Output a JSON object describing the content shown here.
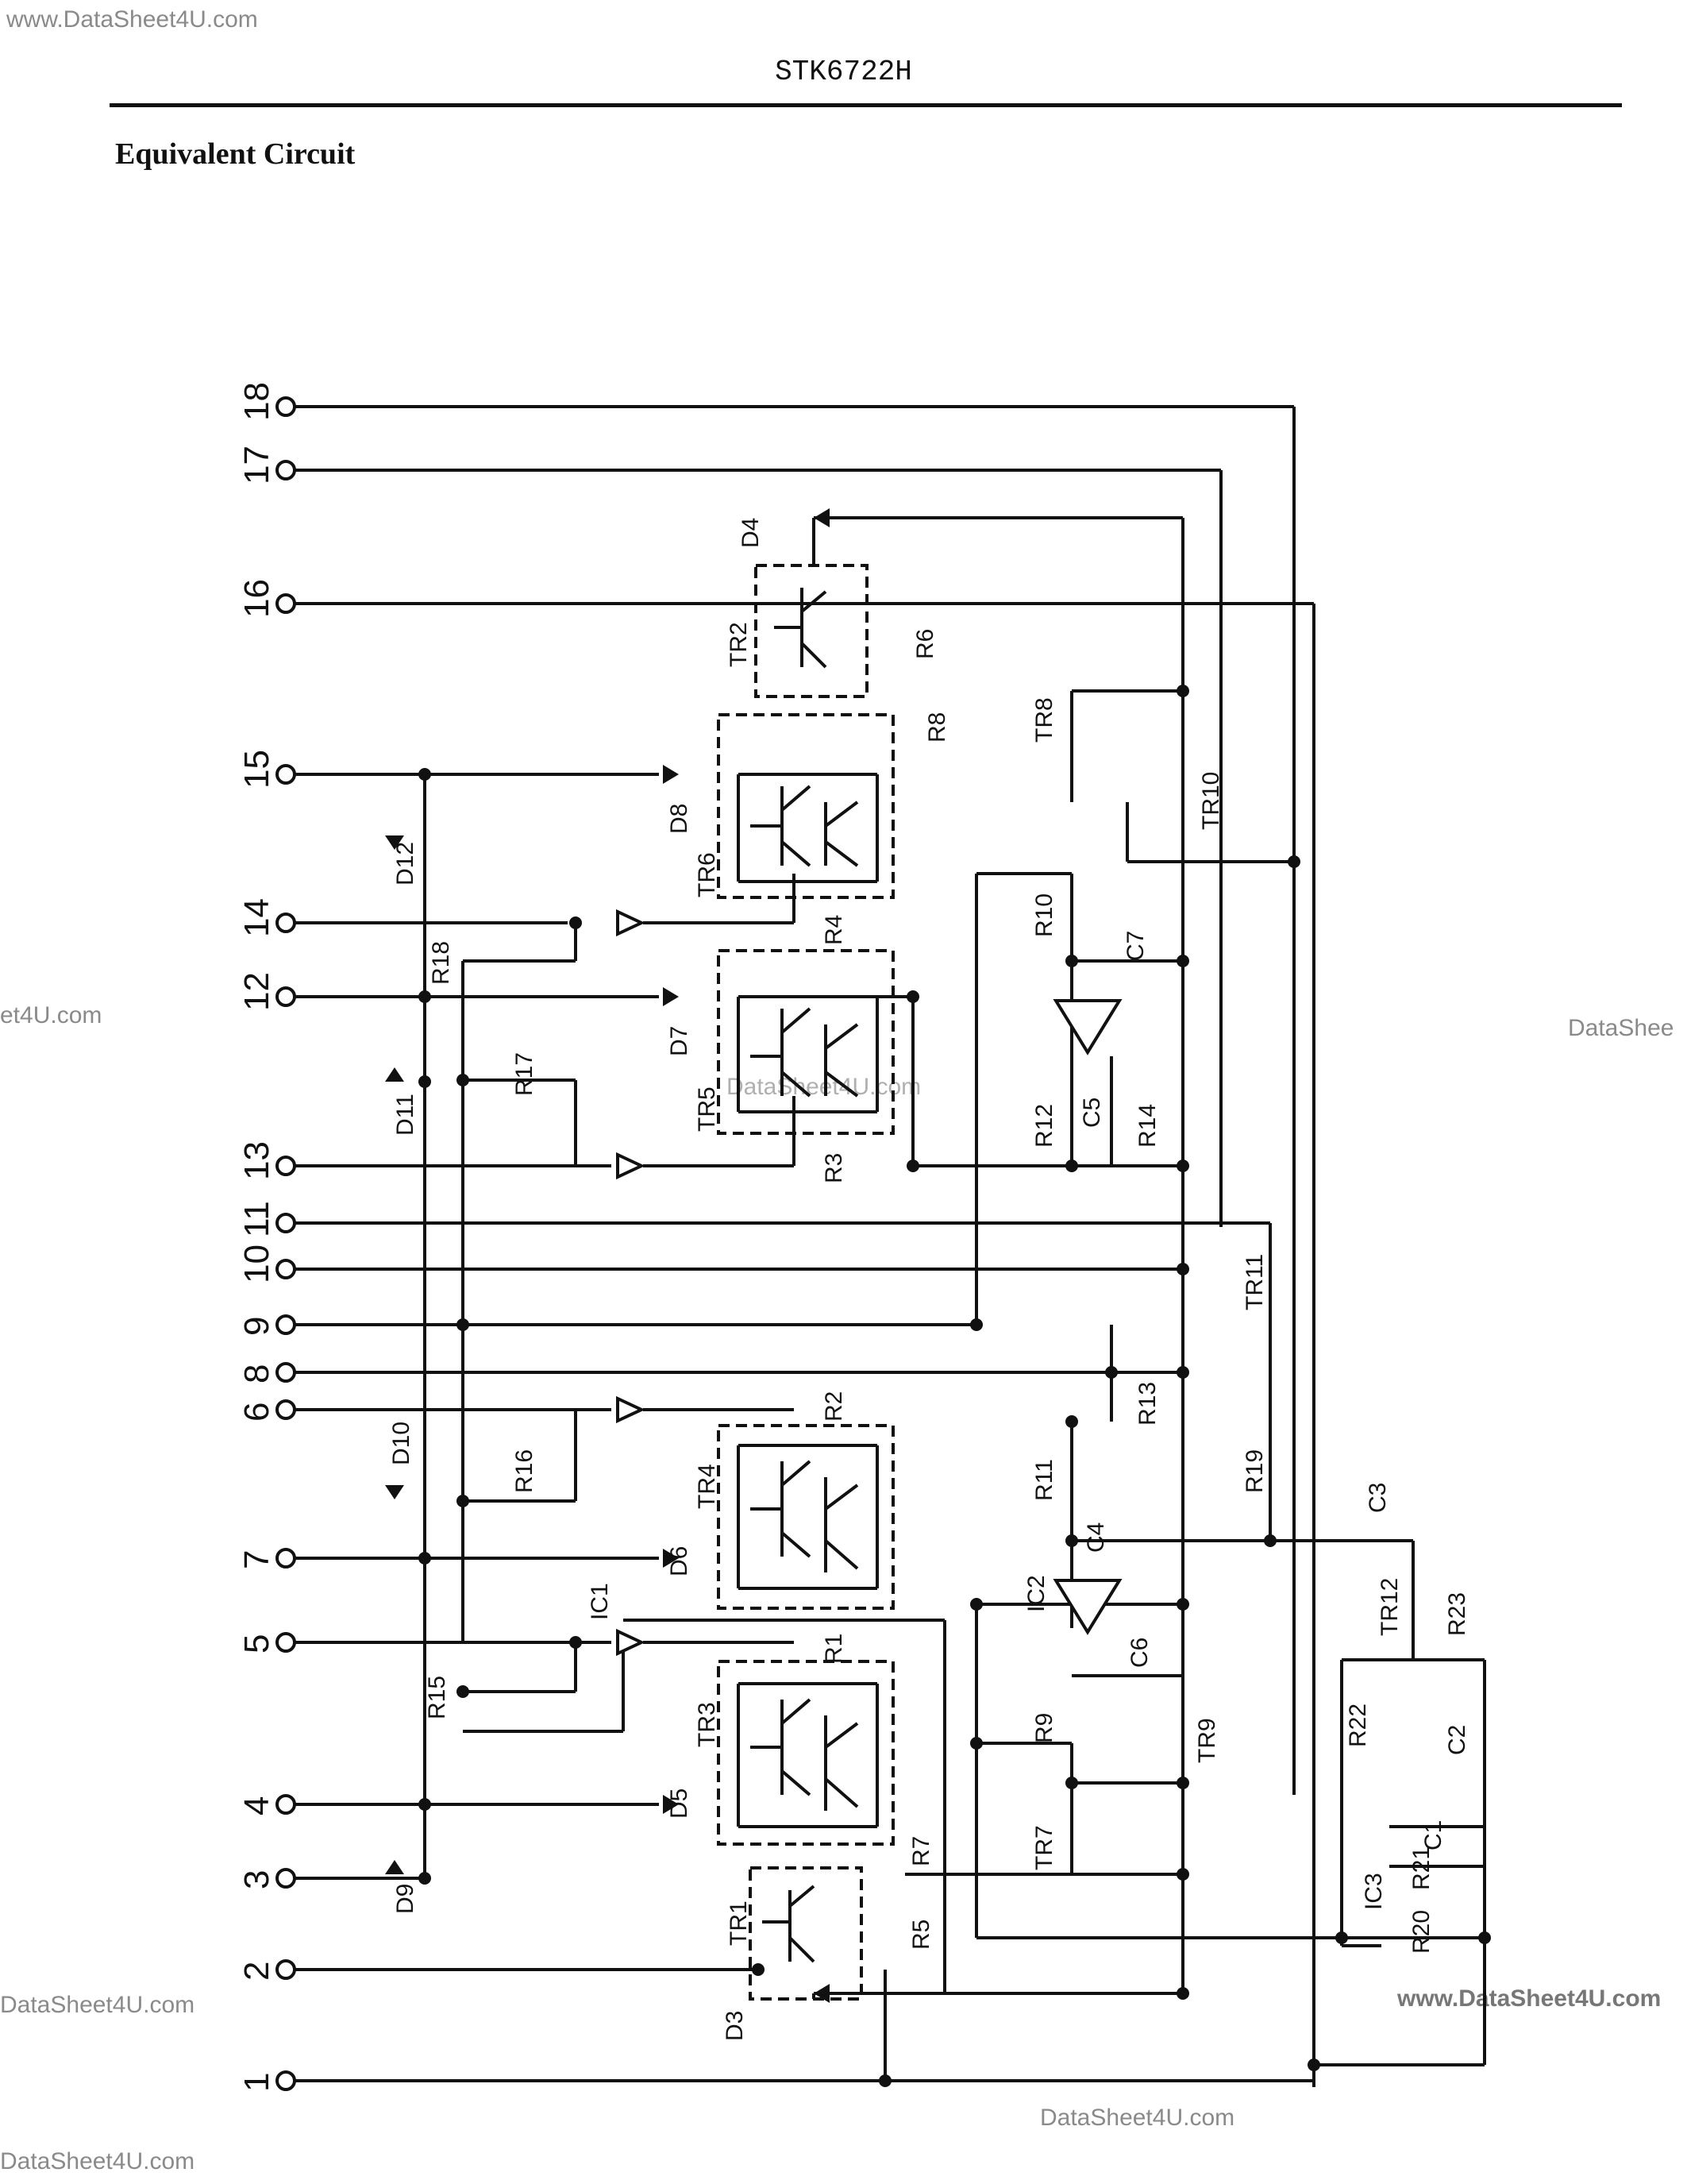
{
  "header": {
    "title": "STK6722H",
    "section": "Equivalent Circuit"
  },
  "watermarks": [
    "www.DataSheet4U.com",
    "et4U.com",
    "DataShee",
    "DataSheet4U.com",
    "DataSheet4U.com",
    "www.DataSheet4U.com",
    "DataSheet4U.com",
    "DataSheet4U.com"
  ],
  "pins": {
    "p18": "18",
    "p17": "17",
    "p16": "16",
    "p15": "15",
    "p14": "14",
    "p12": "12",
    "p13": "13",
    "p11": "11",
    "p10": "10",
    "p9": "9",
    "p8": "8",
    "p6": "6",
    "p7": "7",
    "p5": "5",
    "p4": "4",
    "p3": "3",
    "p2": "2",
    "p1": "1"
  },
  "components": {
    "transistors": [
      "TR1",
      "TR2",
      "TR3",
      "TR4",
      "TR5",
      "TR6",
      "TR7",
      "TR8",
      "TR9",
      "TR10",
      "TR11",
      "TR12"
    ],
    "diodes": [
      "D3",
      "D4",
      "D5",
      "D6",
      "D7",
      "D8",
      "D9",
      "D10",
      "D11",
      "D12"
    ],
    "resistors": [
      "R1",
      "R2",
      "R3",
      "R4",
      "R5",
      "R6",
      "R7",
      "R8",
      "R9",
      "R10",
      "R11",
      "R12",
      "R13",
      "R14",
      "R15",
      "R16",
      "R17",
      "R18",
      "R19",
      "R20",
      "R21",
      "R22",
      "R23"
    ],
    "capacitors": [
      "C1",
      "C2",
      "C3",
      "C4",
      "C5",
      "C6",
      "C7"
    ],
    "ics": [
      "IC1",
      "IC2",
      "IC3"
    ]
  }
}
